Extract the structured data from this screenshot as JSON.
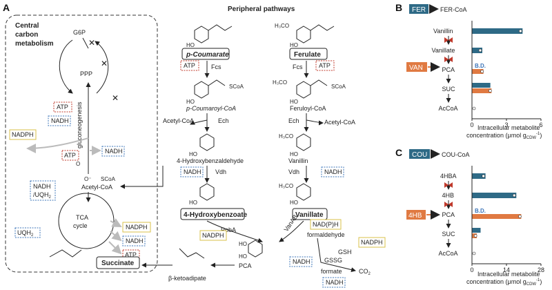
{
  "panels": {
    "a": "A",
    "b": "B",
    "c": "C"
  },
  "central": {
    "title_line1": "Central",
    "title_line2": "carbon",
    "title_line3": "metabolism",
    "g6p": "G6P",
    "ppp": "PPP",
    "gluconeogenesis": "gluconeogenesis",
    "atp1": "ATP",
    "nadh1": "NADH",
    "nadph1": "NADPH",
    "atp2": "ATP",
    "nadh2": "NADH",
    "scoa": "SCoA",
    "acetylcoa": "Acetyl-CoA",
    "nadh_uqh2_l1": "NADH",
    "nadh_uqh2_l2": "/UQH",
    "nadh_uqh2_sub": "2",
    "tca1": "TCA",
    "tca2": "cycle",
    "uqh2": "UQH",
    "uqh2_sub": "2",
    "nadph2": "NADPH",
    "nadh3": "NADH",
    "atp3": "ATP",
    "succinate": "Succinate"
  },
  "peripheral": {
    "title": "Peripheral pathways",
    "pcoumarate": "p-Coumarate",
    "ferulate": "Ferulate",
    "atp_l": "ATP",
    "fcs_l": "Fcs",
    "fcs_r": "Fcs",
    "atp_r": "ATP",
    "pcoumaroylcoa": "p-Coumaroyl-CoA",
    "feruloylcoa": "Feruloyl-CoA",
    "acetylcoa_l": "Acetyl-CoA",
    "ech_l": "Ech",
    "acetylcoa_r": "Acetyl-CoA",
    "ech_r": "Ech",
    "hba_name": "4-Hydroxybenzaldehyde",
    "vanillin": "Vanillin",
    "nadh_l": "NADH",
    "vdh_l": "Vdh",
    "vdh_r": "Vdh",
    "nadh_r": "NADH",
    "hbzoate": "4-Hydroxybenzoate",
    "vanillate": "Vanillate",
    "poba": "PobA",
    "vanab": "VanAB",
    "nadph_l": "NADPH",
    "nadph_top": "NAD(P)H",
    "formaldehyde": "formaldehyde",
    "nadph_r": "NADPH",
    "gsh": "GSH",
    "gssg": "GSSG",
    "nadh_b": "NADH",
    "formate": "formate",
    "co2": "CO",
    "co2_sub": "2",
    "nadh_bb": "NADH",
    "pca": "PCA",
    "ketoadipate": "β-ketoadipate",
    "scoa_struct": "SCoA",
    "h3co": "H₃CO",
    "ho": "HO"
  },
  "b": {
    "input_label": "FER",
    "input_product": "FER-CoA",
    "rows": [
      "Vanillin",
      "Vanillate",
      "PCA",
      "SUC",
      "AcCoA"
    ],
    "van_label": "VAN",
    "bd": "B.D.",
    "xticks": [
      "0",
      "3",
      "6"
    ],
    "xlabel1": "Intracellular metabolite",
    "xlabel2": "concentration (μmol g",
    "xlabel_sub": "CDW",
    "xlabel_sup": "-1",
    "xlabel_end": ")"
  },
  "c": {
    "input_label": "COU",
    "input_product": "COU-CoA",
    "rows": [
      "4HBA",
      "4HB",
      "PCA",
      "SUC",
      "AcCoA"
    ],
    "hb_label": "4HB",
    "bd": "B.D.",
    "xticks": [
      "0",
      "14",
      "28"
    ],
    "xlabel1": "Intracellular metabolite",
    "xlabel2": "concentration (μmol g",
    "xlabel_sub": "CDW",
    "xlabel_sup": "-1",
    "xlabel_end": ")"
  },
  "colors": {
    "blue": "#2e6a86",
    "orange": "#e07a42",
    "red": "#c0392b",
    "yellow_box": "#d8c24a",
    "blue_box": "#3b74b8"
  },
  "chart_b": {
    "xlim": [
      0,
      6
    ],
    "blue_values": {
      "Vanillin": 4.4,
      "Vanillate": 0.9,
      "PCA": 0.0,
      "SUC": 1.6,
      "AcCoA": 0.0
    },
    "orange_values": {
      "PCA": 1.0,
      "SUC": 1.7
    }
  },
  "chart_c": {
    "xlim": [
      0,
      28
    ],
    "blue_values": {
      "4HBA": 5.5,
      "4HB": 18.0,
      "PCA": 0.0,
      "SUC": 3.5,
      "AcCoA": 0.0
    },
    "orange_values": {
      "PCA": 20.0,
      "SUC": 2.0
    }
  }
}
